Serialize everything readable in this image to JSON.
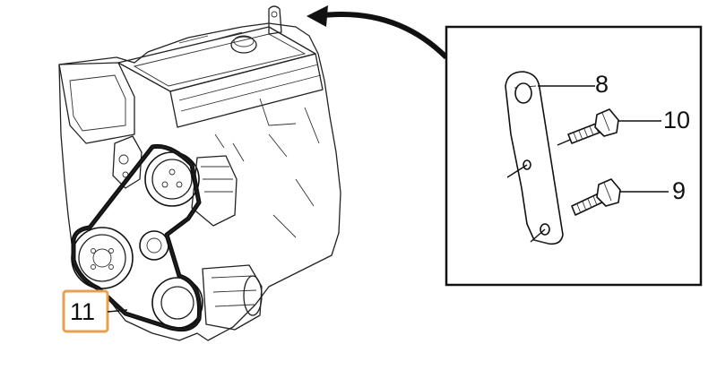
{
  "callouts": {
    "bracket": "8",
    "bolt_upper": "10",
    "bolt_lower": "9",
    "highlighted": "11"
  },
  "colors": {
    "line": "#111111",
    "highlight_border": "#e8a050",
    "background": "#ffffff"
  }
}
